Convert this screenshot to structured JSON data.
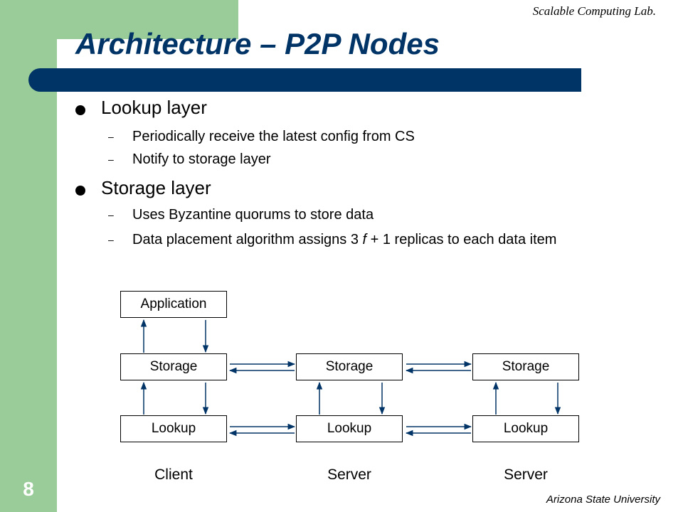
{
  "header": {
    "lab_name": "Scalable Computing Lab.",
    "title": "Architecture – P2P Nodes"
  },
  "footer": {
    "slide_number": "8",
    "university": "Arizona State University"
  },
  "bullets": [
    {
      "text": "Lookup layer",
      "subitems": [
        {
          "dash": "–",
          "text": "Periodically receive the latest config from CS"
        },
        {
          "dash": "–",
          "text": "Notify to storage layer"
        }
      ]
    },
    {
      "text": "Storage layer",
      "subitems": [
        {
          "dash": "–",
          "text": "Uses Byzantine quorums to store data"
        },
        {
          "dash": "–",
          "text_parts": [
            "Data placement algorithm assigns 3 ",
            "f",
            " + 1 replicas to each data item"
          ]
        }
      ]
    }
  ],
  "diagram": {
    "application_label": "Application",
    "storage_label": "Storage",
    "lookup_label": "Lookup",
    "columns": [
      "Client",
      "Server",
      "Server"
    ]
  },
  "colors": {
    "accent": "#003366",
    "sidebar": "#99cc99"
  }
}
